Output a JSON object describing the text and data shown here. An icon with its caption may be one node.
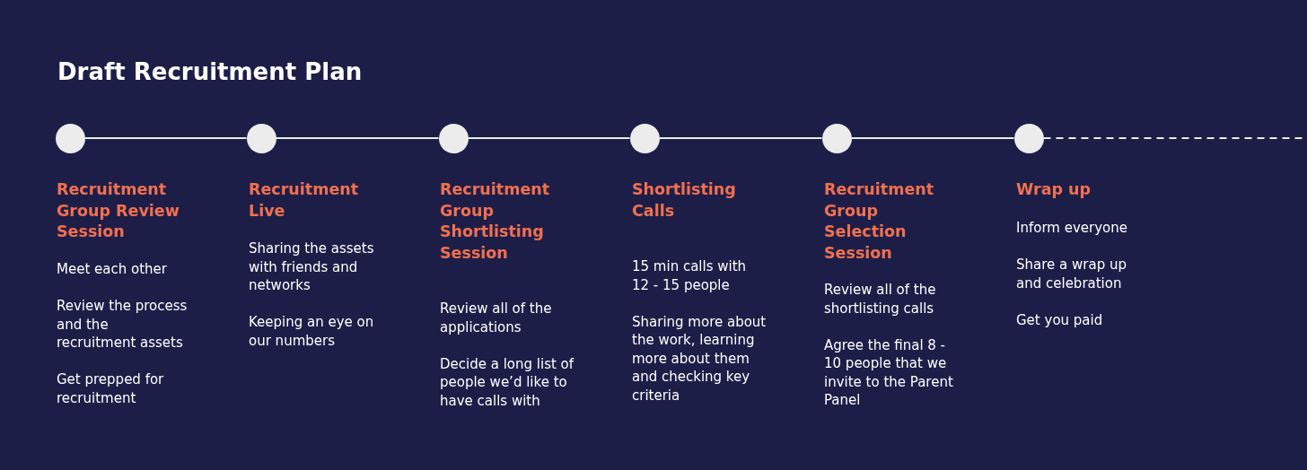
{
  "diagram": {
    "title": "Draft Recruitment Plan",
    "nodes": [
      {
        "text": [],
        "shape": "circle",
        "beside": [
          "Recruitment Group Review Session",
          "Meet each other",
          "Review the process and the recruitment assets",
          "Get prepped for recruitment"
        ]
      },
      {
        "text": [],
        "shape": "circle",
        "beside": [
          "Recruitment Live",
          "Sharing the assets with friends and networks",
          "Keeping an eye on our numbers"
        ]
      },
      {
        "text": [],
        "shape": "circle",
        "beside": [
          "Recruitment Group Shortlisting Session",
          "Review all of the applications",
          "Decide a long list of people we’d like to have calls with"
        ]
      },
      {
        "text": [],
        "shape": "circle",
        "beside": [
          "Shortlisting Calls",
          "15 min calls with 12 - 15 people",
          "Sharing more about the work, learning more about them and checking key criteria"
        ]
      },
      {
        "text": [],
        "shape": "circle",
        "beside": [
          "Recruitment Group Selection Session",
          "Review all of the shortlisting calls",
          "Agree the final 8 - 10 people that we invite to the Parent Panel"
        ]
      },
      {
        "text": [],
        "shape": "circle",
        "beside": [
          "Wrap up",
          "Inform everyone",
          "Share a wrap up and celebration",
          "Get you paid"
        ]
      }
    ],
    "edges": [
      {
        "from": 0,
        "to": 1,
        "arrow": "none"
      },
      {
        "from": 1,
        "to": 2,
        "arrow": "none"
      },
      {
        "from": 2,
        "to": 3,
        "arrow": "none"
      },
      {
        "from": 3,
        "to": 4,
        "arrow": "none"
      },
      {
        "from": 4,
        "to": 5,
        "arrow": "none"
      },
      {
        "from": 5,
        "to": null,
        "arrow": "none",
        "style": "dashed"
      }
    ]
  }
}
